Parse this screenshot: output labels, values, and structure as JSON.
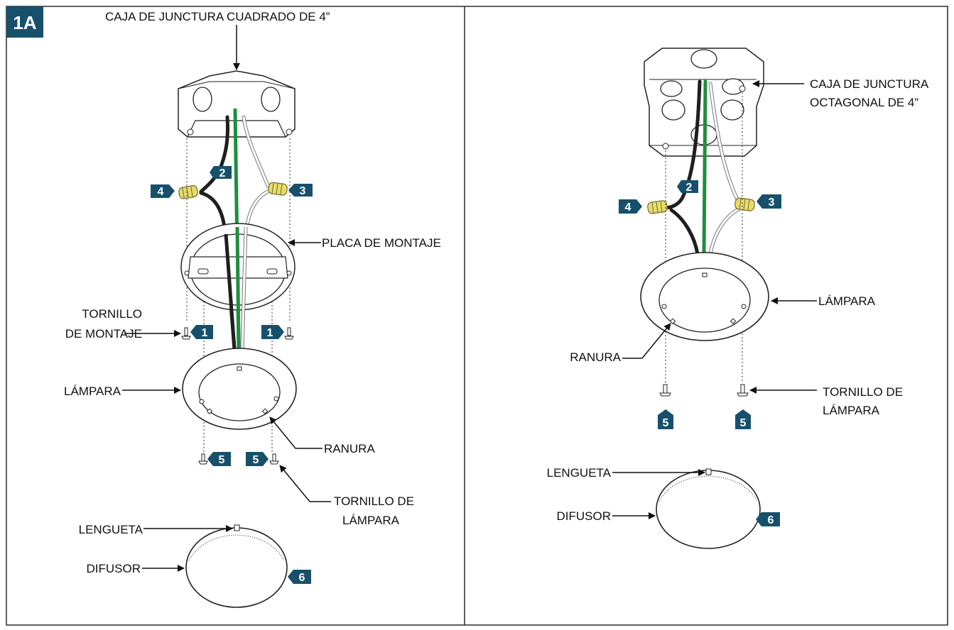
{
  "figure_label": "1A",
  "colors": {
    "tag_fill": "#17506b",
    "border": "#2b2b2b",
    "ground_wire": "#1d8f3c",
    "hot_wire": "#1f1f1f",
    "neutral_wire": "#ffffff",
    "wire_nut": "#e6dc6a"
  },
  "left_panel": {
    "box_label": "CAJA DE JUNCTURA CUADRADO DE 4”",
    "plate_label": "PLACA DE MONTAJE",
    "mount_screw_label_1": "TORNILLO",
    "mount_screw_label_2": "DE MONTAJE",
    "lamp_label": "LÁMPARA",
    "slot_label": "RANURA",
    "lamp_screw_label_1": "TORNILLO DE",
    "lamp_screw_label_2": "LÁMPARA",
    "tab_label": "LENGUETA",
    "diffuser_label": "DIFUSOR",
    "steps": {
      "step_1": "1",
      "step_2": "2",
      "step_3": "3",
      "step_4": "4",
      "step_5": "5",
      "step_6": "6"
    }
  },
  "right_panel": {
    "box_label_1": "CAJA DE JUNCTURA",
    "box_label_2": "OCTAGONAL DE 4”",
    "lamp_label": "LÁMPARA",
    "slot_label": "RANURA",
    "lamp_screw_label_1": "TORNILLO DE",
    "lamp_screw_label_2": "LÁMPARA",
    "tab_label": "LENGUETA",
    "diffuser_label": "DIFUSOR",
    "steps": {
      "step_2": "2",
      "step_3": "3",
      "step_4": "4",
      "step_5": "5",
      "step_6": "6"
    }
  }
}
